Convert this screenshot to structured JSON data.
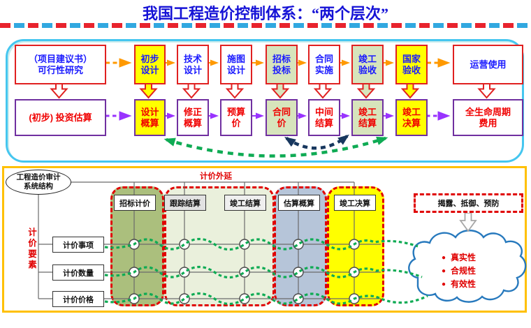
{
  "title": "我国工程造价控制体系：“两个层次”",
  "top_panel": {
    "row1": [
      "（项目建议书）\n可行性研究",
      "初步\n设计",
      "技术\n设计",
      "施图\n设计",
      "招标\n投标",
      "合同\n实施",
      "竣工\n验收",
      "国家\n验收",
      "运营使用"
    ],
    "row2": [
      "(初步) 投资估算",
      "设计\n概算",
      "修正\n概算",
      "预算\n价",
      "合同\n价",
      "中间\n结算",
      "竣工\n结算",
      "竣工\n决算",
      "全生命周期\n费用"
    ]
  },
  "bottom_panel": {
    "system_label": "工程造价审计\n系统结构",
    "top_label": "计价外延",
    "left_label": "计价要素",
    "columns": [
      "招标计价",
      "跟踪结算",
      "竣工结算",
      "估算概算",
      "竣工决算"
    ],
    "rows": [
      "计价事项",
      "计价数量",
      "计价价格"
    ],
    "alert_label": "揭露、抵御、预防",
    "cloud_items": [
      "真实性",
      "合规性",
      "有效性"
    ]
  },
  "colors": {
    "title_blue": "#1512d6",
    "top_box_border_red": "#e02020",
    "top_box_text_blue": "#1a1aff",
    "bottom_box_border_purple": "#7030a0",
    "bottom_box_text_red": "#f00000",
    "yellow_fill": "#ffff00",
    "light_green_fill": "#d7e4bc",
    "olive_container": "#abbf7d",
    "pale_green_container": "#eaf0dc",
    "blue_grey_container": "#b6c5d9",
    "orange_arrow": "#ff9900",
    "purple_arrow": "#9933ff",
    "green_dashed": "#0fab54",
    "navy_dashed": "#17375e",
    "cloud_blue": "#2779bd",
    "panel_cyan": "#45c6ef",
    "panel_orange": "#ffc000"
  }
}
